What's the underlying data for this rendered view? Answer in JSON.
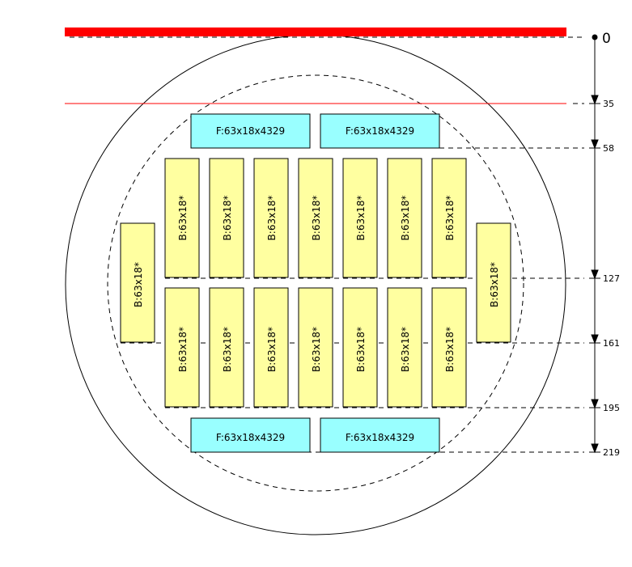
{
  "scale_labels": {
    "zero": "0",
    "t35": "35",
    "t58": "58",
    "t127": "127",
    "t161": "161",
    "t195": "195",
    "t219": "219"
  },
  "blocks": {
    "f_label": "F:63x18x4329",
    "b_label": "B:63x18*"
  },
  "colors": {
    "flat_edge": "#ff0000",
    "f_fill": "#99ffff",
    "b_fill": "#ffffa0"
  }
}
